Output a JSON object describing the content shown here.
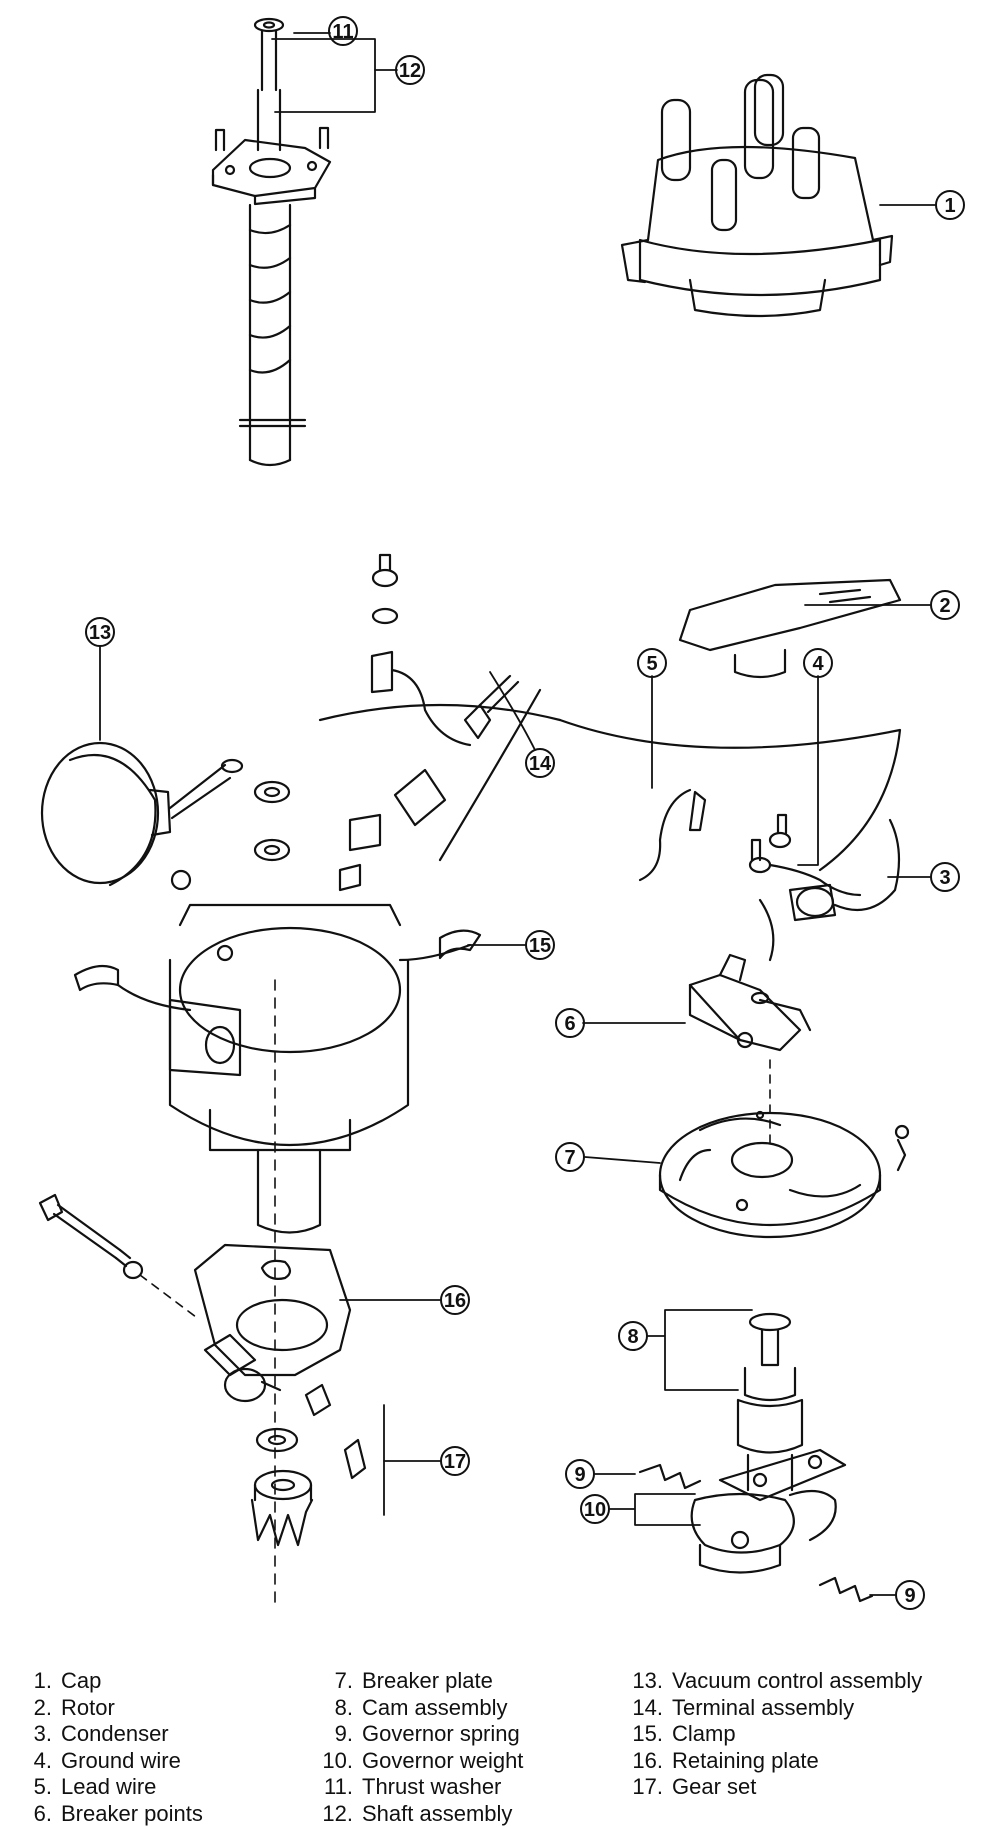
{
  "callouts": [
    "1",
    "2",
    "3",
    "4",
    "5",
    "6",
    "7",
    "8",
    "9",
    "10",
    "11",
    "12",
    "13",
    "14",
    "15",
    "16",
    "17"
  ],
  "legend": {
    "col1": [
      {
        "num": "1.",
        "label": "Cap"
      },
      {
        "num": "2.",
        "label": "Rotor"
      },
      {
        "num": "3.",
        "label": "Condenser"
      },
      {
        "num": "4.",
        "label": "Ground wire"
      },
      {
        "num": "5.",
        "label": "Lead wire"
      },
      {
        "num": "6.",
        "label": "Breaker points"
      }
    ],
    "col2": [
      {
        "num": "7.",
        "label": "Breaker plate"
      },
      {
        "num": "8.",
        "label": "Cam assembly"
      },
      {
        "num": "9.",
        "label": "Governor spring"
      },
      {
        "num": "10.",
        "label": "Governor weight"
      },
      {
        "num": "11.",
        "label": "Thrust washer"
      },
      {
        "num": "12.",
        "label": "Shaft assembly"
      }
    ],
    "col3": [
      {
        "num": "13.",
        "label": "Vacuum control assembly"
      },
      {
        "num": "14.",
        "label": "Terminal assembly"
      },
      {
        "num": "15.",
        "label": "Clamp"
      },
      {
        "num": "16.",
        "label": "Retaining plate"
      },
      {
        "num": "17.",
        "label": "Gear set"
      }
    ]
  }
}
